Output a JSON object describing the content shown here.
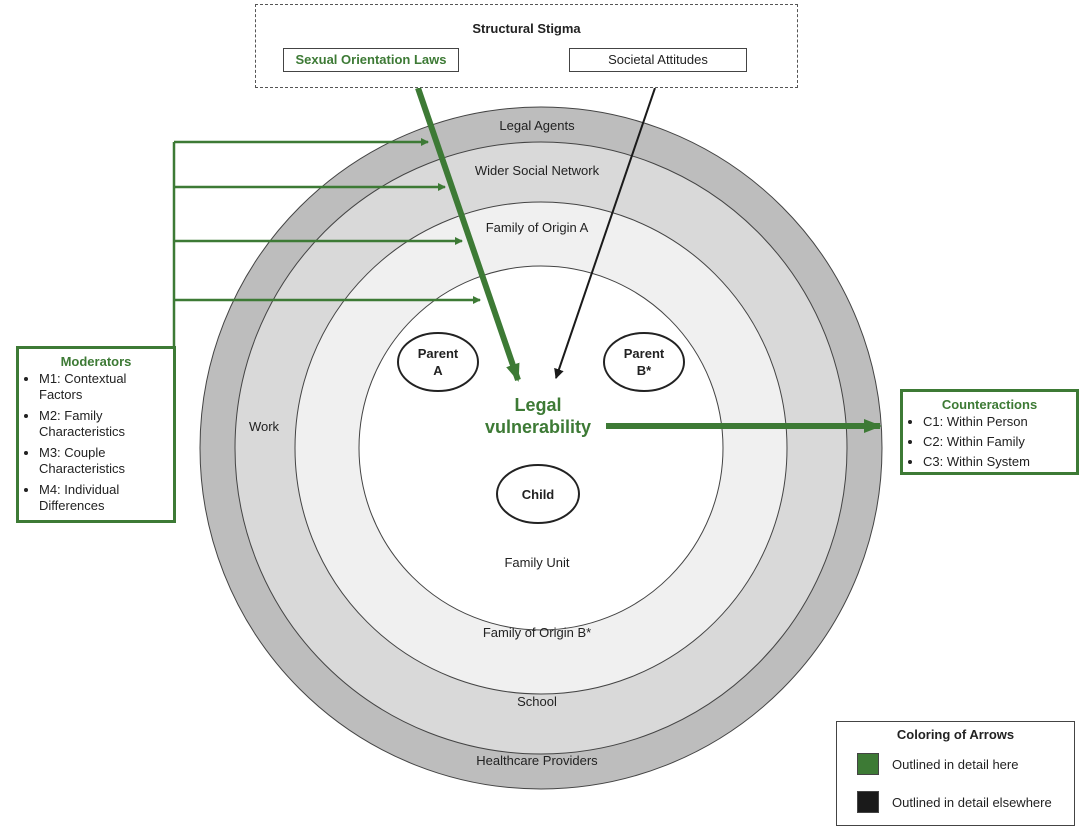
{
  "structural_stigma": {
    "title": "Structural Stigma",
    "laws": "Sexual Orientation Laws",
    "attitudes": "Societal Attitudes"
  },
  "rings": {
    "legal_agents": "Legal Agents",
    "wider_social_network": "Wider Social Network",
    "family_of_origin_a": "Family of Origin A",
    "work": "Work",
    "family_unit": "Family Unit",
    "family_of_origin_b": "Family of Origin B*",
    "school": "School",
    "healthcare_providers": "Healthcare Providers"
  },
  "nodes": {
    "parent_a_line1": "Parent",
    "parent_a_line2": "A",
    "parent_b_line1": "Parent",
    "parent_b_line2": "B*",
    "child": "Child"
  },
  "center": {
    "line1": "Legal",
    "line2": "vulnerability"
  },
  "moderators": {
    "title": "Moderators",
    "items": [
      "M1: Contextual Factors",
      "M2: Family Characteristics",
      "M3: Couple Characteristics",
      "M4: Individual Differences"
    ]
  },
  "counteractions": {
    "title": "Counteractions",
    "items": [
      "C1: Within Person",
      "C2: Within Family",
      "C3: Within System"
    ]
  },
  "legend": {
    "title": "Coloring of Arrows",
    "green_label": "Outlined in detail here",
    "black_label": "Outlined in detail elsewhere",
    "green_color": "#3d7a35",
    "black_color": "#1a1a1a"
  }
}
